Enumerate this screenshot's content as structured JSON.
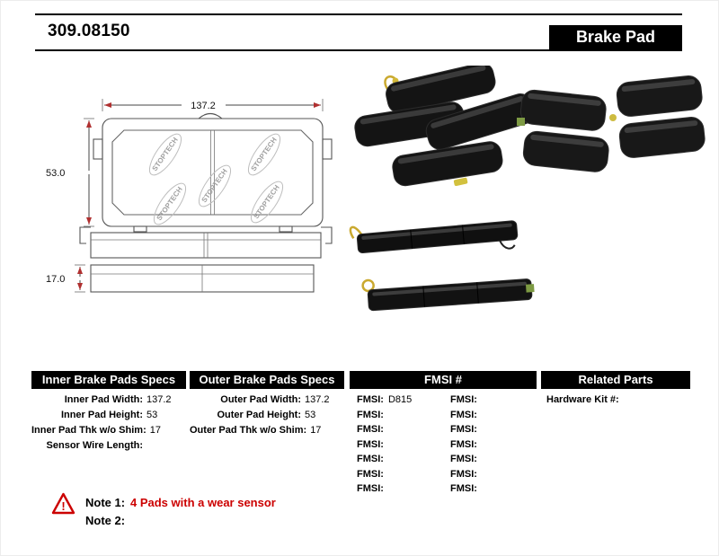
{
  "header": {
    "part_number": "309.08150",
    "product_name": "Brake Pad"
  },
  "drawing": {
    "width_dim": "137.2",
    "height_dim": "53.0",
    "thickness_dim": "17.0",
    "watermark": "STOPTECH"
  },
  "tables": {
    "inner": {
      "title": "Inner Brake Pads Specs",
      "rows": [
        {
          "label": "Inner Pad Width:",
          "value": "137.2"
        },
        {
          "label": "Inner Pad Height:",
          "value": "53"
        },
        {
          "label": "Inner Pad Thk w/o Shim:",
          "value": "17"
        },
        {
          "label": "Sensor Wire Length:",
          "value": ""
        }
      ]
    },
    "outer": {
      "title": "Outer Brake Pads Specs",
      "rows": [
        {
          "label": "Outer Pad Width:",
          "value": "137.2"
        },
        {
          "label": "Outer Pad Height:",
          "value": "53"
        },
        {
          "label": "Outer Pad Thk w/o Shim:",
          "value": "17"
        }
      ]
    },
    "fmsi": {
      "title": "FMSI #",
      "left_rows": [
        {
          "label": "FMSI:",
          "value": "D815"
        },
        {
          "label": "FMSI:",
          "value": ""
        },
        {
          "label": "FMSI:",
          "value": ""
        },
        {
          "label": "FMSI:",
          "value": ""
        },
        {
          "label": "FMSI:",
          "value": ""
        },
        {
          "label": "FMSI:",
          "value": ""
        },
        {
          "label": "FMSI:",
          "value": ""
        }
      ],
      "right_rows": [
        {
          "label": "FMSI:",
          "value": ""
        },
        {
          "label": "FMSI:",
          "value": ""
        },
        {
          "label": "FMSI:",
          "value": ""
        },
        {
          "label": "FMSI:",
          "value": ""
        },
        {
          "label": "FMSI:",
          "value": ""
        },
        {
          "label": "FMSI:",
          "value": ""
        },
        {
          "label": "FMSI:",
          "value": ""
        }
      ]
    },
    "related": {
      "title": "Related Parts",
      "rows": [
        {
          "label": "Hardware Kit #:",
          "value": ""
        }
      ]
    }
  },
  "notes": {
    "note1_label": "Note 1:",
    "note1_text": "4 Pads with a wear sensor",
    "note2_label": "Note 2:",
    "note2_text": ""
  },
  "colors": {
    "accent_red": "#cc0000",
    "dimension_arrow_red": "#b03030",
    "header_bg": "#000000",
    "header_fg": "#ffffff"
  }
}
